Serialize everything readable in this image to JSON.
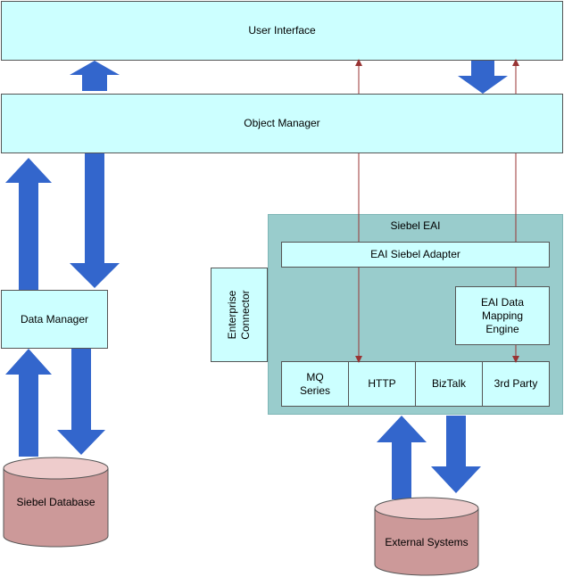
{
  "user_interface": "User Interface",
  "object_manager": "Object Manager",
  "data_manager": "Data Manager",
  "siebel_database": "Siebel Database",
  "external_systems": "External Systems",
  "siebel_eai": {
    "title": "Siebel EAI",
    "adapter": "EAI Siebel Adapter",
    "mapping_engine": "EAI Data Mapping Engine",
    "transports": [
      "MQ Series",
      "HTTP",
      "BizTalk",
      "3rd Party"
    ]
  },
  "enterprise_connector": "Enterprise Connector",
  "colors": {
    "box_fill": "#ccffff",
    "eai_panel": "#99cccc",
    "arrow_blue": "#3366cc",
    "connector_line": "#993333",
    "cylinder_fill": "#cc9999"
  }
}
